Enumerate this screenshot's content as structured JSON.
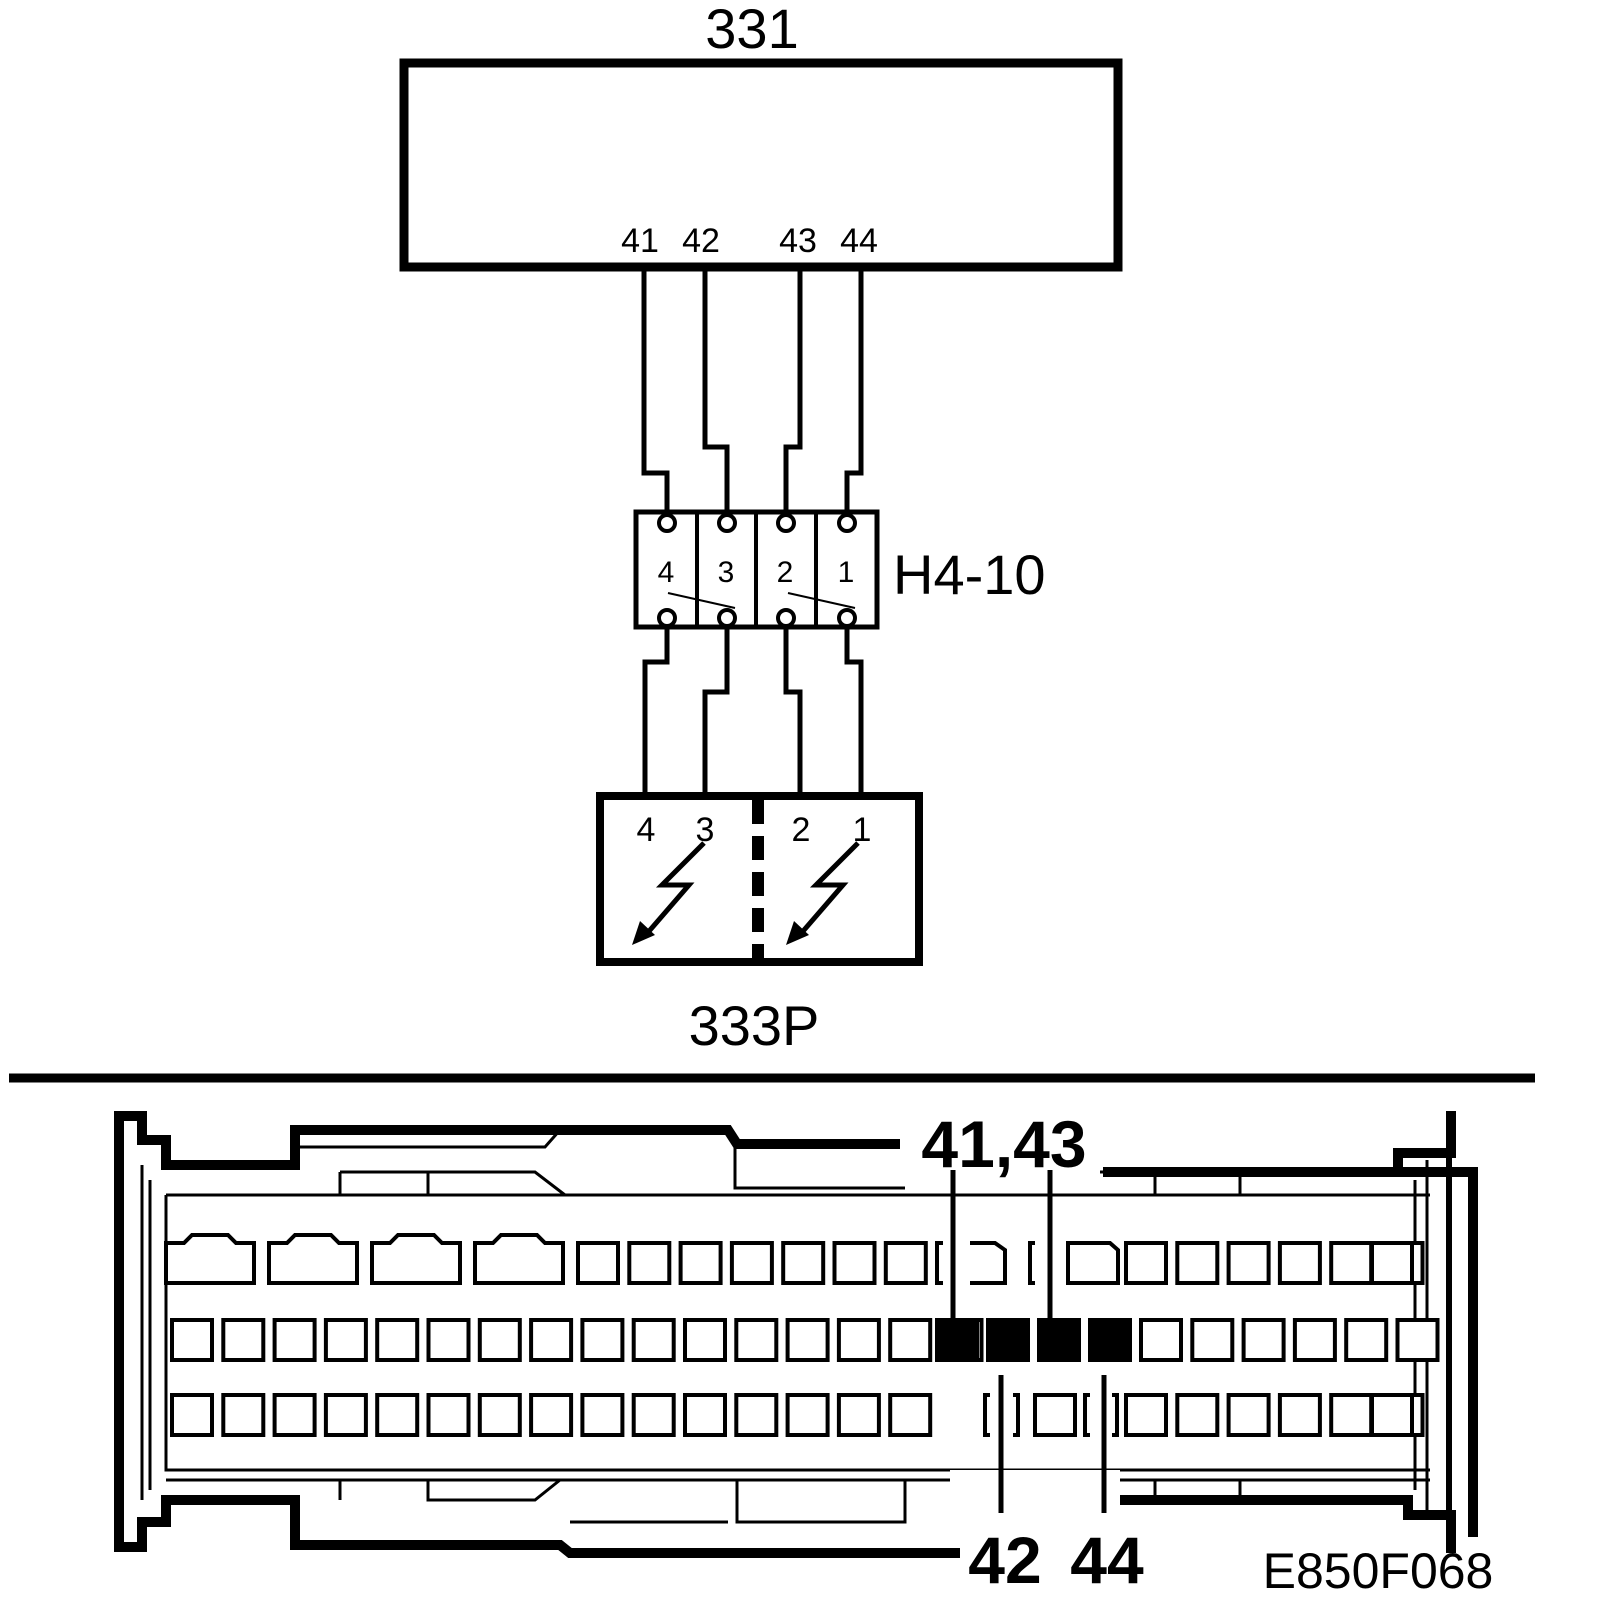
{
  "component_331": {
    "label": "331",
    "pins": [
      "41",
      "42",
      "43",
      "44"
    ]
  },
  "connector_h4_10": {
    "label": "H4-10",
    "slots": [
      "4",
      "3",
      "2",
      "1"
    ]
  },
  "component_333p": {
    "label": "333P",
    "pins": [
      "4",
      "3",
      "2",
      "1"
    ]
  },
  "connector_view": {
    "callout_top": "41,43",
    "callout_bottom_a": "42",
    "callout_bottom_b": "44"
  },
  "figure_code": "E850F068"
}
